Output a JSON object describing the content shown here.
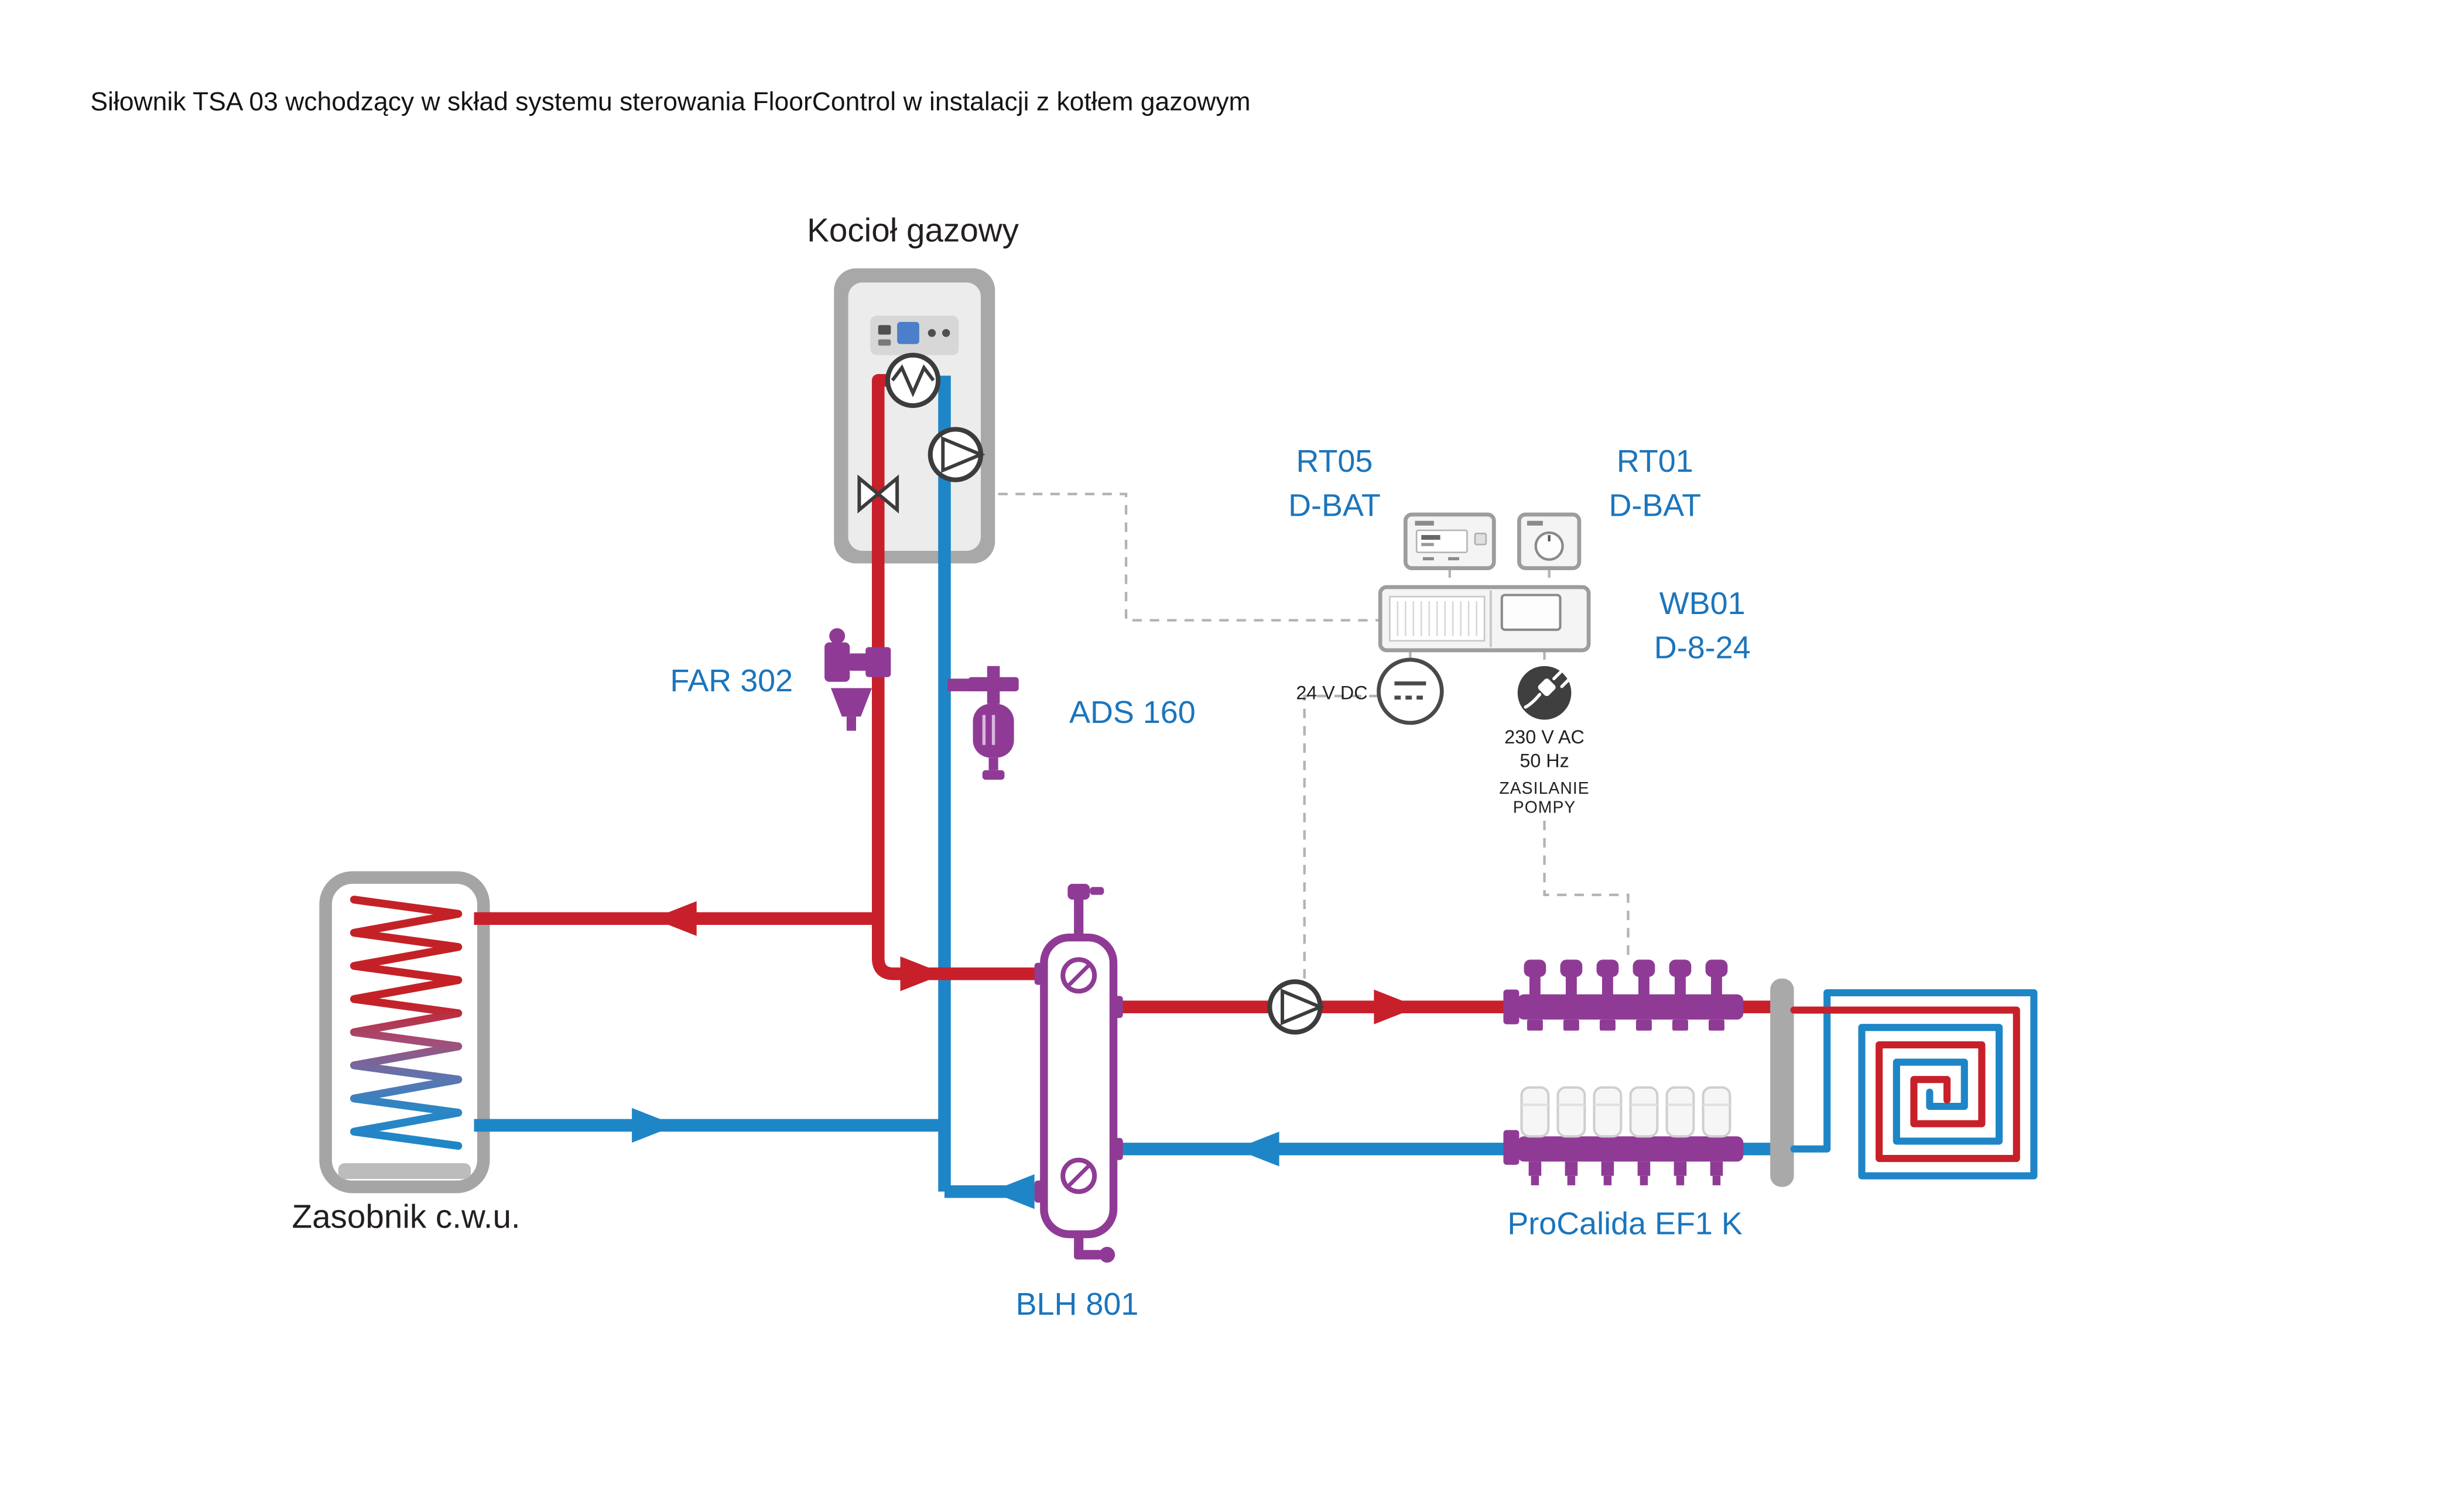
{
  "title": "Siłownik TSA 03 wchodzący w skład systemu sterowania FloorControl w instalacji z kotłem gazowym",
  "labels": {
    "boiler": "Kocioł gazowy",
    "tank": "Zasobnik c.w.u.",
    "far302": "FAR 302",
    "ads160": "ADS 160",
    "blh801": "BLH 801",
    "manifold": "ProCalida EF1 K",
    "rt05": {
      "line1": "RT05",
      "line2": "D-BAT"
    },
    "rt01": {
      "line1": "RT01",
      "line2": "D-BAT"
    },
    "wb01": {
      "line1": "WB01",
      "line2": "D-8-24"
    },
    "psu": "24 V DC",
    "mains": {
      "line1": "230 V AC",
      "line2": "50 Hz"
    },
    "pump_power": {
      "line1": "ZASILANIE",
      "line2": "POMPY"
    }
  },
  "colors": {
    "supply_red": "#c8202a",
    "return_blue": "#1e86c7",
    "component_purple": "#8f3b96",
    "label_blue": "#1b75bc",
    "device_gray": "#9d9d9c",
    "dashed_gray": "#b3b3b3",
    "text_dark": "#231f20"
  }
}
